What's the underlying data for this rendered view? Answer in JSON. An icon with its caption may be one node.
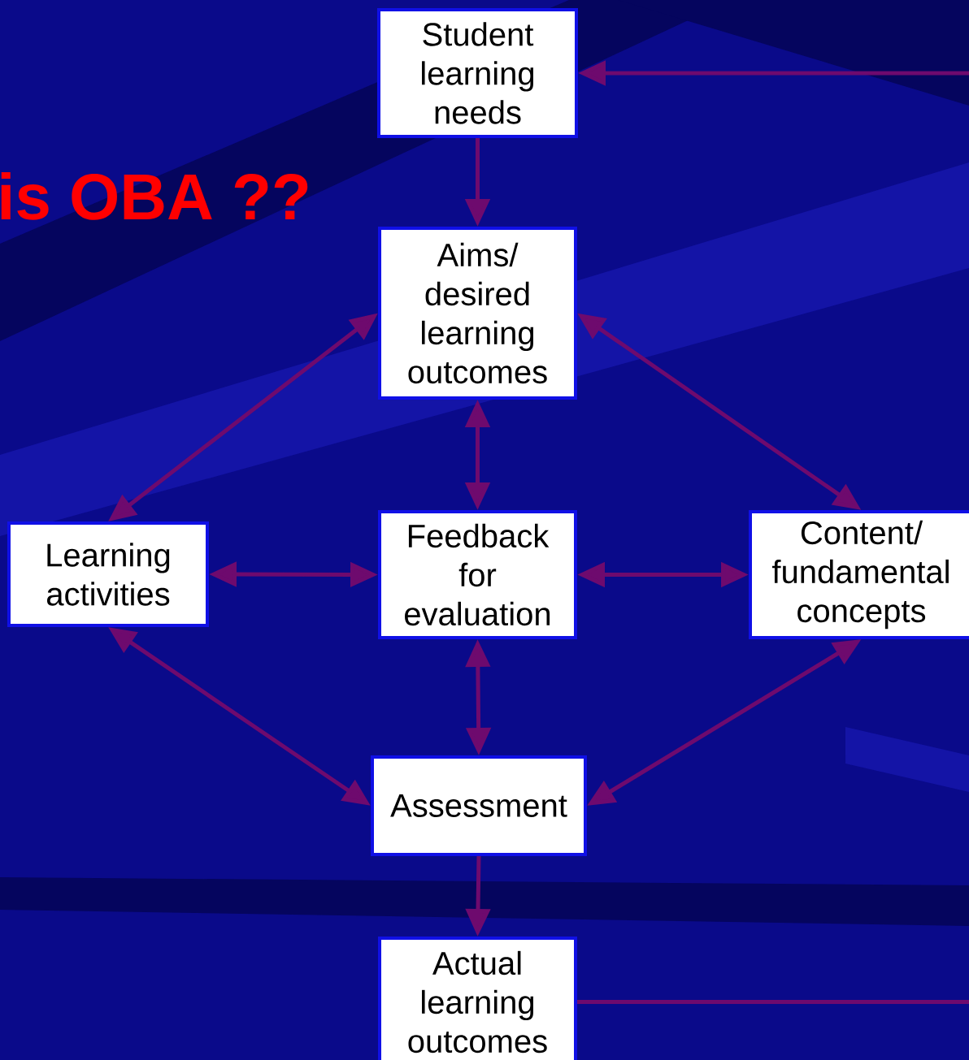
{
  "diagram": {
    "title": "is OBA ??",
    "nodes": [
      {
        "text": [
          "Student learning needs"
        ]
      },
      {
        "text": [
          "Aims/ desired learning outcomes"
        ]
      },
      {
        "text": [
          "Learning activities"
        ]
      },
      {
        "text": [
          "Feedback for evaluation"
        ]
      },
      {
        "text": [
          "Content/ fundamental concepts"
        ]
      },
      {
        "text": [
          "Assessment"
        ]
      },
      {
        "text": [
          "Actual learning outcomes"
        ]
      }
    ],
    "edges": [
      {
        "from": 0,
        "to": 1,
        "arrow": "to"
      },
      {
        "from": 1,
        "to": 2,
        "arrow": "both"
      },
      {
        "from": 1,
        "to": 3,
        "arrow": "both"
      },
      {
        "from": 1,
        "to": 4,
        "arrow": "both"
      },
      {
        "from": 2,
        "to": 3,
        "arrow": "both"
      },
      {
        "from": 3,
        "to": 4,
        "arrow": "both"
      },
      {
        "from": 2,
        "to": 5,
        "arrow": "both"
      },
      {
        "from": 3,
        "to": 5,
        "arrow": "both"
      },
      {
        "from": 4,
        "to": 5,
        "arrow": "both"
      },
      {
        "from": 5,
        "to": 6,
        "arrow": "to"
      },
      {
        "from": 6,
        "to": 0,
        "arrow": "to"
      }
    ]
  }
}
